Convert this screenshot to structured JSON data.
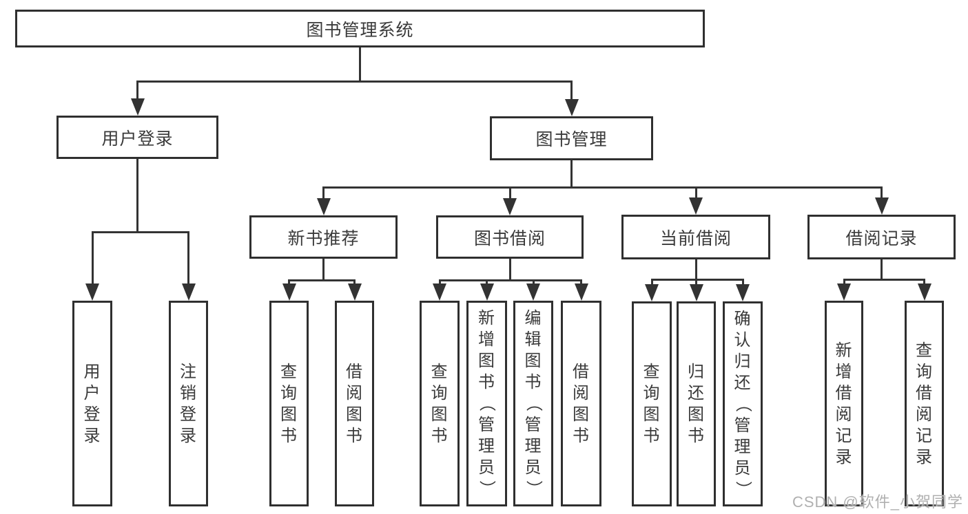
{
  "watermark": {
    "text": "CSDN @软件_小贺同学"
  },
  "colors": {
    "line": "#333333",
    "box_border": "#2f2f2f",
    "box_background": "#ffffff",
    "text": "#3a3a3a",
    "page_background": "#ffffff",
    "watermark": "#b0b0b0"
  },
  "tree": {
    "id": "library-system",
    "label": "图书管理系统",
    "children": [
      {
        "id": "user-login",
        "label": "用户登录",
        "children": [
          {
            "id": "leaf-user-login",
            "label": "用户登录"
          },
          {
            "id": "leaf-logout",
            "label": "注销登录"
          }
        ]
      },
      {
        "id": "book-mgmt",
        "label": "图书管理",
        "children": [
          {
            "id": "new-book-rec",
            "label": "新书推荐",
            "children": [
              {
                "id": "leaf-query-book-1",
                "label": "查询图书"
              },
              {
                "id": "leaf-borrow-book-1",
                "label": "借阅图书"
              }
            ]
          },
          {
            "id": "book-borrow",
            "label": "图书借阅",
            "children": [
              {
                "id": "leaf-query-book-2",
                "label": "查询图书"
              },
              {
                "id": "leaf-add-book",
                "label": "新增图书（管理员）"
              },
              {
                "id": "leaf-edit-book",
                "label": "编辑图书（管理员）"
              },
              {
                "id": "leaf-borrow-book-2",
                "label": "借阅图书"
              }
            ]
          },
          {
            "id": "current-borrow",
            "label": "当前借阅",
            "children": [
              {
                "id": "leaf-query-book-3",
                "label": "查询图书"
              },
              {
                "id": "leaf-return-book",
                "label": "归还图书"
              },
              {
                "id": "leaf-confirm-return",
                "label": "确认归还（管理员）"
              }
            ]
          },
          {
            "id": "borrow-records",
            "label": "借阅记录",
            "children": [
              {
                "id": "leaf-add-record",
                "label": "新增借阅记录"
              },
              {
                "id": "leaf-query-record",
                "label": "查询借阅记录"
              }
            ]
          }
        ]
      }
    ]
  }
}
